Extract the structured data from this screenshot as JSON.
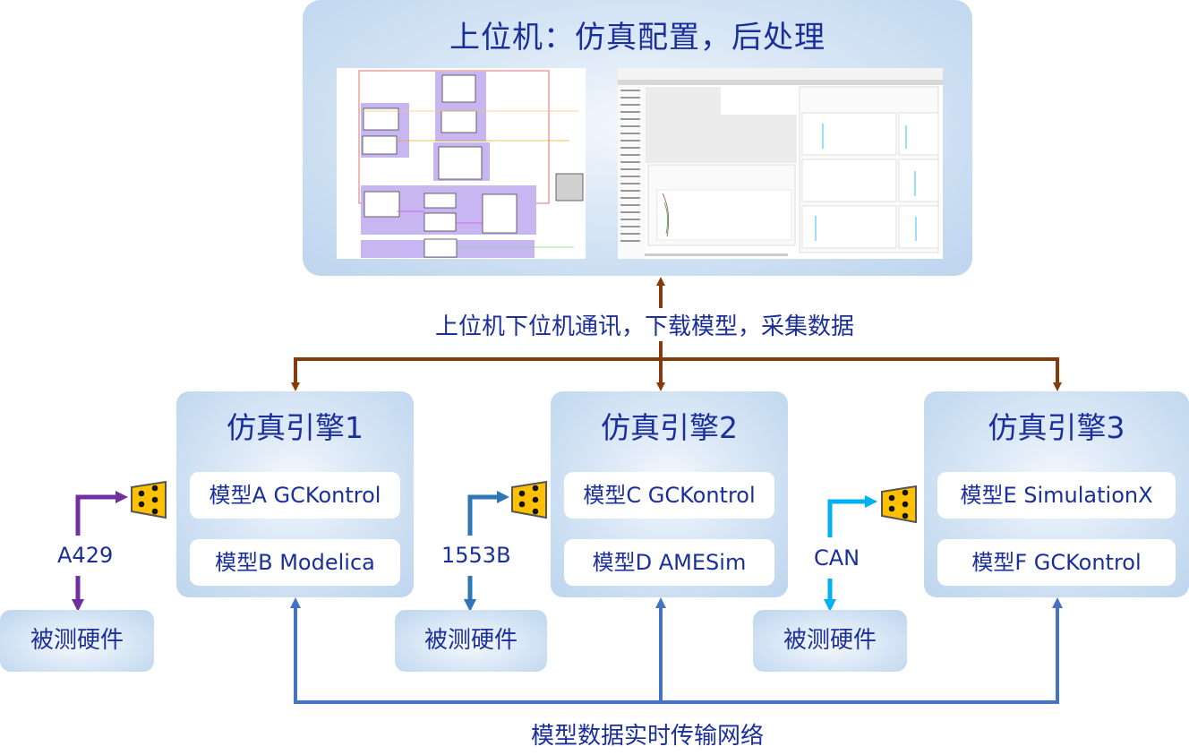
{
  "host": {
    "title": "上位机：仿真配置，后处理",
    "thumbnails": [
      {
        "name": "model-block-diagram-screenshot",
        "description": "simulation model block diagram"
      },
      {
        "name": "postprocessing-software-screenshot",
        "description": "post-processing software window with tables and plots"
      }
    ]
  },
  "links": {
    "host_to_engines": "上位机下位机通讯，下载模型，采集数据",
    "realtime_network": "模型数据实时传输网络"
  },
  "engines": [
    {
      "title": "仿真引擎1",
      "models": [
        "模型A GCKontrol",
        "模型B Modelica"
      ],
      "bus": "A429",
      "bus_color": "#7030a0",
      "hardware": "被测硬件"
    },
    {
      "title": "仿真引擎2",
      "models": [
        "模型C GCKontrol",
        "模型D AMESim"
      ],
      "bus": "1553B",
      "bus_color": "#2e75b6",
      "hardware": "被测硬件"
    },
    {
      "title": "仿真引擎3",
      "models": [
        "模型E SimulationX",
        "模型F GCKontrol"
      ],
      "bus": "CAN",
      "bus_color": "#00b0f0",
      "hardware": "被测硬件"
    }
  ],
  "colors": {
    "text": "#1a2f9a",
    "host_link": "#843c0c",
    "network_link": "#4472c4",
    "connector_fill": "#ffc000"
  }
}
